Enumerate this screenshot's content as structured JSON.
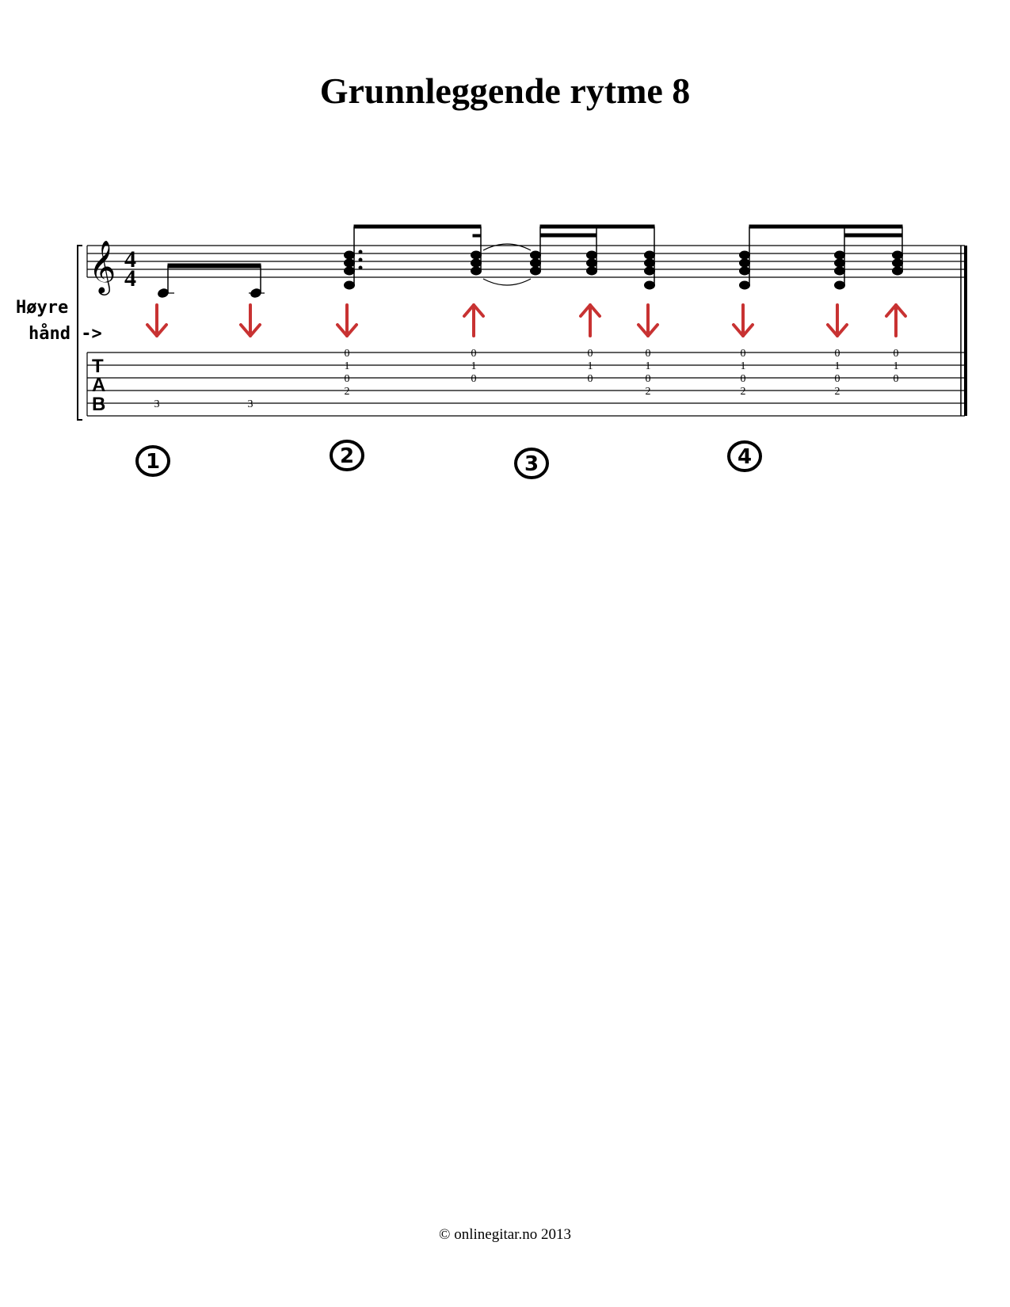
{
  "title": "Grunnleggende rytme 8",
  "right_hand_label": {
    "line1": "Høyre",
    "line2": "hånd ->"
  },
  "tab_letters": [
    "T",
    "A",
    "B"
  ],
  "time_signature": {
    "top": "4",
    "bottom": "4"
  },
  "tab_columns": [
    {
      "strings": [
        "",
        "",
        "",
        "",
        "3",
        ""
      ]
    },
    {
      "strings": [
        "",
        "",
        "",
        "",
        "3",
        ""
      ]
    },
    {
      "strings": [
        "0",
        "1",
        "0",
        "2",
        "",
        ""
      ]
    },
    {
      "strings": [
        "0",
        "1",
        "0",
        "",
        "",
        ""
      ]
    },
    {
      "strings": [
        "0",
        "1",
        "0",
        "",
        "",
        ""
      ]
    },
    {
      "strings": [
        "0",
        "1",
        "0",
        "2",
        "",
        ""
      ]
    },
    {
      "strings": [
        "0",
        "1",
        "0",
        "2",
        "",
        ""
      ]
    },
    {
      "strings": [
        "0",
        "1",
        "0",
        "2",
        "",
        ""
      ]
    },
    {
      "strings": [
        "0",
        "1",
        "0",
        "",
        "",
        ""
      ]
    }
  ],
  "strum_directions": [
    "down",
    "down",
    "down",
    "up",
    "up",
    "down",
    "down",
    "down",
    "up"
  ],
  "beat_numbers": [
    "1",
    "2",
    "3",
    "4"
  ],
  "colors": {
    "arrow": "#c83232",
    "ink": "#000000"
  },
  "footer": "© onlinegitar.no 2013"
}
